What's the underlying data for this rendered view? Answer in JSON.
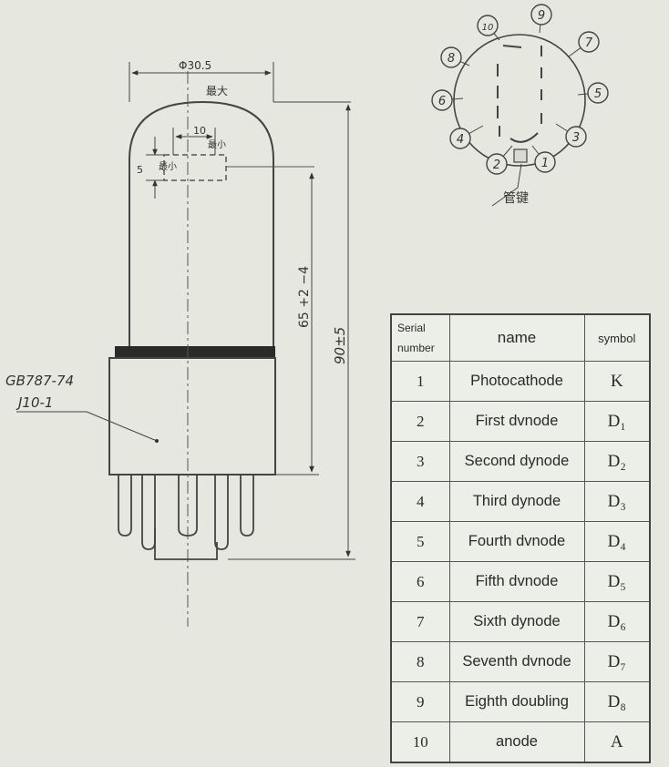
{
  "drawing": {
    "diameter_label": "Φ30.5",
    "diameter_note": "最大",
    "cathode_width_label": "10",
    "cathode_width_note": "最小",
    "cathode_height_label": "5",
    "cathode_height_note": "最小",
    "height_inner_label": "65 +2 −4",
    "height_total_label": "90±5",
    "standard_code": "GB787-74",
    "base_code": "J10-1",
    "exhaust_tube_label": "管键"
  },
  "pins": [
    "1",
    "2",
    "3",
    "4",
    "5",
    "6",
    "7",
    "8",
    "9",
    "10"
  ],
  "table": {
    "headers": {
      "serial": "Serial number",
      "name": "name",
      "symbol": "symbol"
    },
    "rows": [
      {
        "serial": "1",
        "name": "Photocathode",
        "symbol": "K"
      },
      {
        "serial": "2",
        "name": "First dvnode",
        "symbol": "D₁"
      },
      {
        "serial": "3",
        "name": "Second dynode",
        "symbol": "D₂"
      },
      {
        "serial": "4",
        "name": "Third dynode",
        "symbol": "D₃"
      },
      {
        "serial": "5",
        "name": "Fourth dvnode",
        "symbol": "D₄"
      },
      {
        "serial": "6",
        "name": "Fifth dvnode",
        "symbol": "D₅"
      },
      {
        "serial": "7",
        "name": "Sixth dynode",
        "symbol": "D₆"
      },
      {
        "serial": "8",
        "name": "Seventh dvnode",
        "symbol": "D₇"
      },
      {
        "serial": "9",
        "name": "Eighth doubling",
        "symbol": "D₈"
      },
      {
        "serial": "10",
        "name": "anode",
        "symbol": "A"
      }
    ]
  }
}
